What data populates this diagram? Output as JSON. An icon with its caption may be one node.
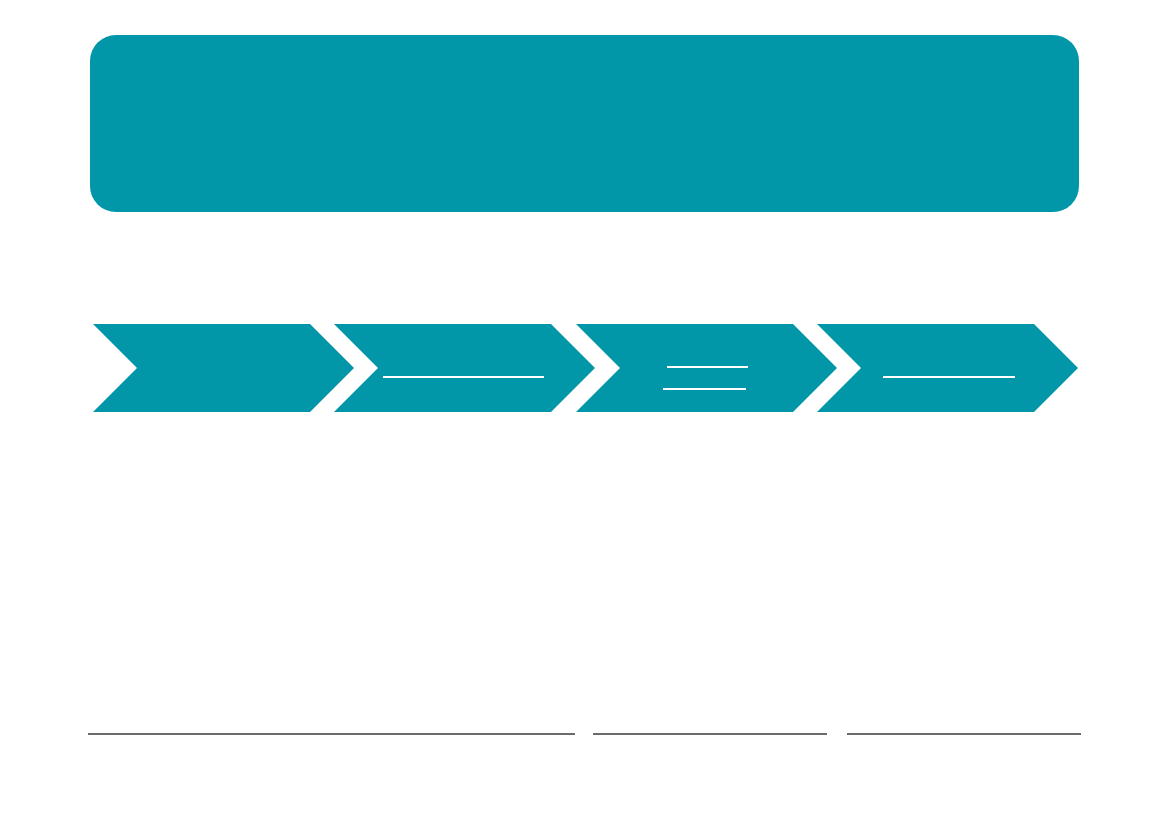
{
  "diagram": {
    "nodes": [
      {
        "text": [],
        "shape": "box"
      },
      {
        "text": [],
        "shape": "chevron"
      },
      {
        "text": [],
        "shape": "chevron"
      },
      {
        "text": [],
        "shape": "chevron"
      },
      {
        "text": [],
        "shape": "chevron"
      }
    ]
  }
}
